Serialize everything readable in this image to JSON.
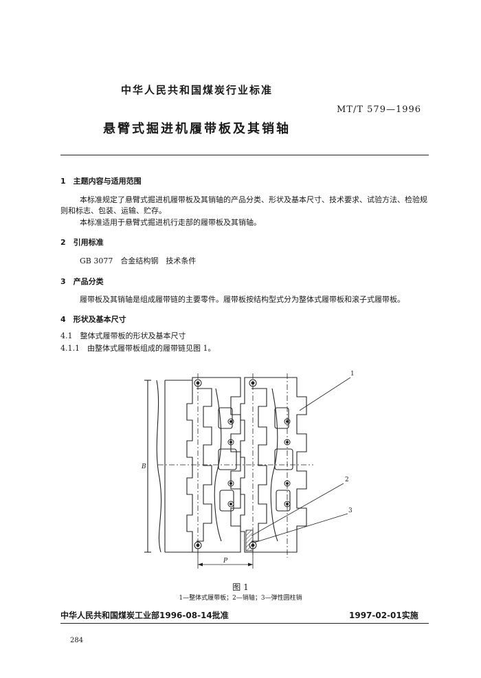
{
  "header": {
    "org": "中华人民共和国煤炭行业标准",
    "code": "MT/T 579—1996",
    "title": "悬臂式掘进机履带板及其销轴"
  },
  "sections": {
    "s1": {
      "heading": "1　主题内容与适用范围",
      "p1": "本标准规定了悬臂式掘进机履带板及其销轴的产品分类、形状及基本尺寸、技术要求、试验方法、检验规则和标志、包装、运输、贮存。",
      "p2": "本标准适用于悬臂式掘进机行走部的履带板及其销轴。"
    },
    "s2": {
      "heading": "2　引用标准",
      "ref": "GB 3077　合金结构钢　技术条件"
    },
    "s3": {
      "heading": "3　产品分类",
      "p1": "履带板及其销轴是组成履带链的主要零件。履带板按结构型式分为整体式履带板和滚子式履带板。"
    },
    "s4": {
      "heading": "4　形状及基本尺寸",
      "s41": "4.1　整体式履带板的形状及基本尺寸",
      "s411": "4.1.1　由整体式履带板组成的履带链见图 1。"
    }
  },
  "figure": {
    "label": "图 1",
    "caption": "1—整体式履带板；2—销轴；3—弹性圆柱销",
    "callouts": [
      "1",
      "2",
      "3"
    ],
    "dim_b": "B",
    "dim_p": "P"
  },
  "footer": {
    "left": "中华人民共和国煤炭工业部1996-08-14批准",
    "right": "1997-02-01实施",
    "page": "284"
  }
}
